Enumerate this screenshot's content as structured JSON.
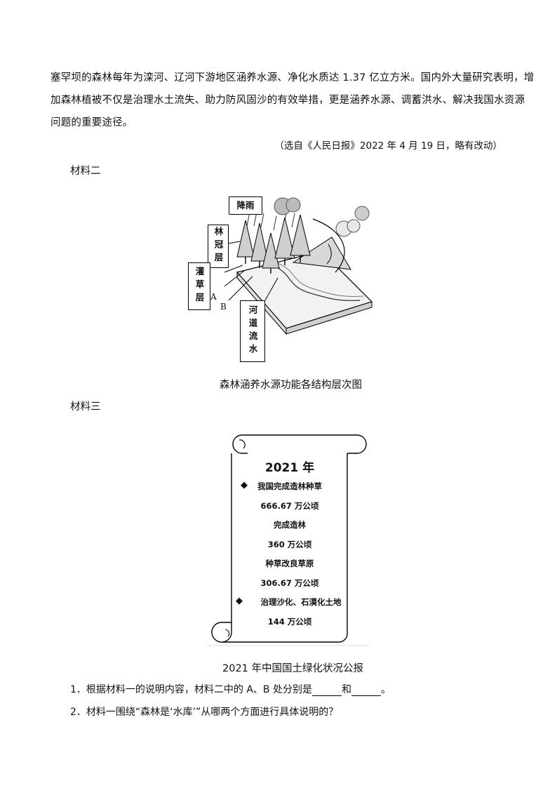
{
  "material1": {
    "lines": [
      "塞罕坝的森林每年为滦河、辽河下游地区涵养水源、净化水质达 1.37 亿立方米。国内外大量研究表明，增",
      "加森林植被不仅是治理水土流失、助力防风固沙的有效举措，更是涵养水源、调蓄洪水、解决我国水资源",
      "问题的重要途径。"
    ],
    "source": "（选自《人民日报》2022 年 4 月 19 日，略有改动）"
  },
  "material2": {
    "label": "材料二",
    "tags": {
      "rain": "降雨",
      "canopy": "林冠层",
      "shrub": "灌草层",
      "river": "河道流水"
    },
    "letters": [
      "A",
      "B"
    ],
    "caption": "森林涵养水源功能各结构层次图"
  },
  "material3": {
    "label": "材料三",
    "scroll": {
      "year": "2021 年",
      "lines": [
        "我国完成造林种草",
        "666.67 万公顷",
        "完成造林",
        "360 万公顷",
        "种草改良草原",
        "306.67 万公顷",
        "治理沙化、石漠化土地",
        "144 万公顷"
      ]
    },
    "caption": "2021 年中国国土绿化状况公报"
  },
  "questions": {
    "q1_before": "1．根据材料一的说明内容，材料二中的 A、B 处分别是",
    "q1_mid": "和",
    "q1_after": "。",
    "q2": "2．材料一围绕“森林是‘水库’”从哪两个方面进行具体说明的？"
  }
}
